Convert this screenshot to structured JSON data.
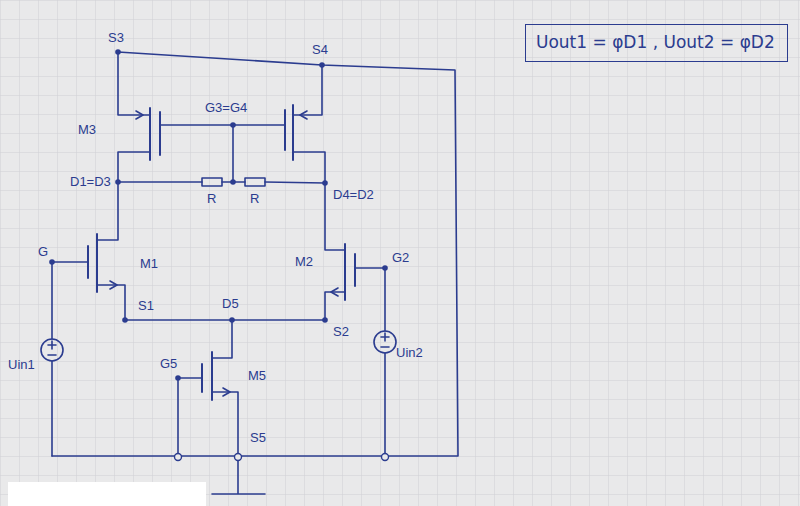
{
  "diagram": {
    "nodes": [
      {
        "text": [
          "Uout1 = φD1 , Uout2 = φD2"
        ]
      }
    ],
    "labels": [
      "S3",
      "S4",
      "M3",
      "G3=G4",
      "D1=D3",
      "R",
      "R",
      "D4=D2",
      "G",
      "M1",
      "M2",
      "G2",
      "S1",
      "D5",
      "S2",
      "G5",
      "M5",
      "S5",
      "Uin1",
      "Uin2"
    ]
  }
}
